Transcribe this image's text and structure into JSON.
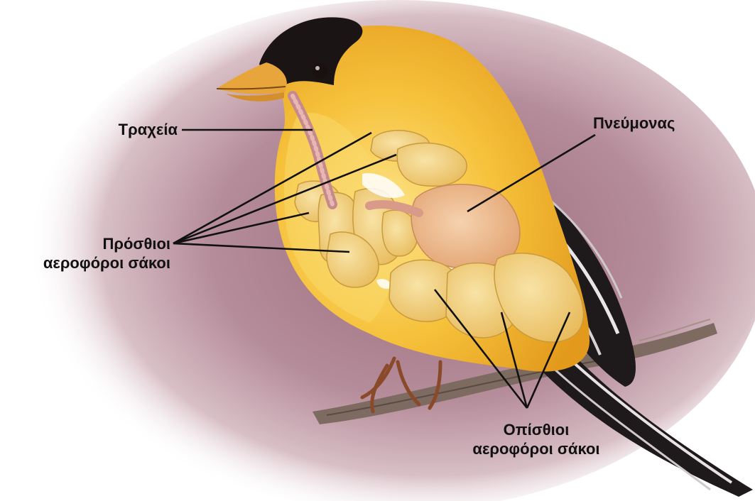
{
  "labels": {
    "trachea": "Τραχεία",
    "lung": "Πνεύμονας",
    "anterior_line1": "Πρόσθιοι",
    "anterior_line2": "αεροφόροι σάκοι",
    "posterior_line1": "Οπίσθιοι",
    "posterior_line2": "αεροφόροι σάκοι"
  },
  "colors": {
    "background_halo": "#b58c9a",
    "body_yellow": "#f2b52a",
    "breast_light": "#f9d96a",
    "cap_black": "#1a1414",
    "beak": "#e7a53b",
    "air_sac": "#f1d07a",
    "lung": "#eeb88c",
    "wing_black": "#1e1a1c",
    "branch": "#7d6a60",
    "leader_line": "#111111"
  }
}
